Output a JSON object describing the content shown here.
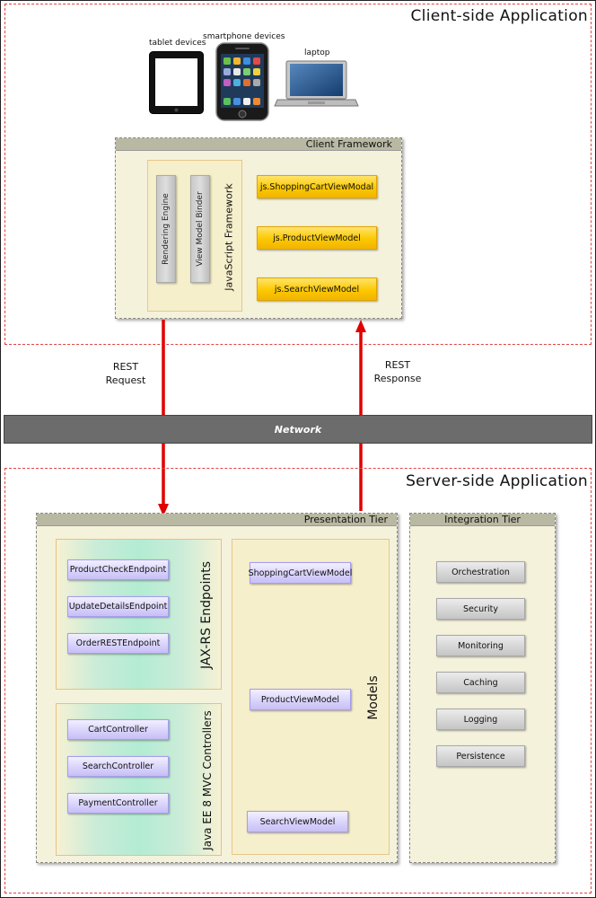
{
  "client": {
    "title": "Client-side Application",
    "devices": {
      "tablet": "tablet devices",
      "smartphone": "smartphone devices",
      "laptop": "laptop"
    },
    "framework": {
      "title": "Client Framework",
      "js_framework_label": "JavaScript Framework",
      "engines": [
        "Rendering Engine",
        "View Model Binder"
      ],
      "view_models": [
        "js.ShoppingCartViewModal",
        "js.ProductViewModel",
        "js.SearchViewModel"
      ]
    }
  },
  "arrows": {
    "request": [
      "REST",
      "Request"
    ],
    "response": [
      "REST",
      "Response"
    ]
  },
  "network": {
    "label": "Network"
  },
  "server": {
    "title": "Server-side Application",
    "presentation": {
      "title": "Presentation Tier",
      "jaxrs_label": "JAX-RS Endpoints",
      "endpoints": [
        "ProductCheckEndpoint",
        "UpdateDetailsEndpoint",
        "OrderRESTEndpoint"
      ],
      "mvc_label": "Java EE 8 MVC Controllers",
      "controllers": [
        "CartController",
        "SearchController",
        "PaymentController"
      ],
      "models_label": "Models",
      "models": [
        "ShoppingCartViewModel",
        "ProductViewModel",
        "SearchViewModel"
      ]
    },
    "integration": {
      "title": "Integration Tier",
      "services": [
        "Orchestration",
        "Security",
        "Monitoring",
        "Caching",
        "Logging",
        "Persistence"
      ]
    }
  },
  "colors": {
    "arrow": "#e00000",
    "app_border": "#dd4444",
    "tier_background": "#f5f2dc",
    "tier_header": "#b9b8a2",
    "network": "#6c6c6c",
    "yellow_button": "#fcc800",
    "purple_button": "#d7d1fb",
    "grey_button": "#d4d4d4"
  }
}
